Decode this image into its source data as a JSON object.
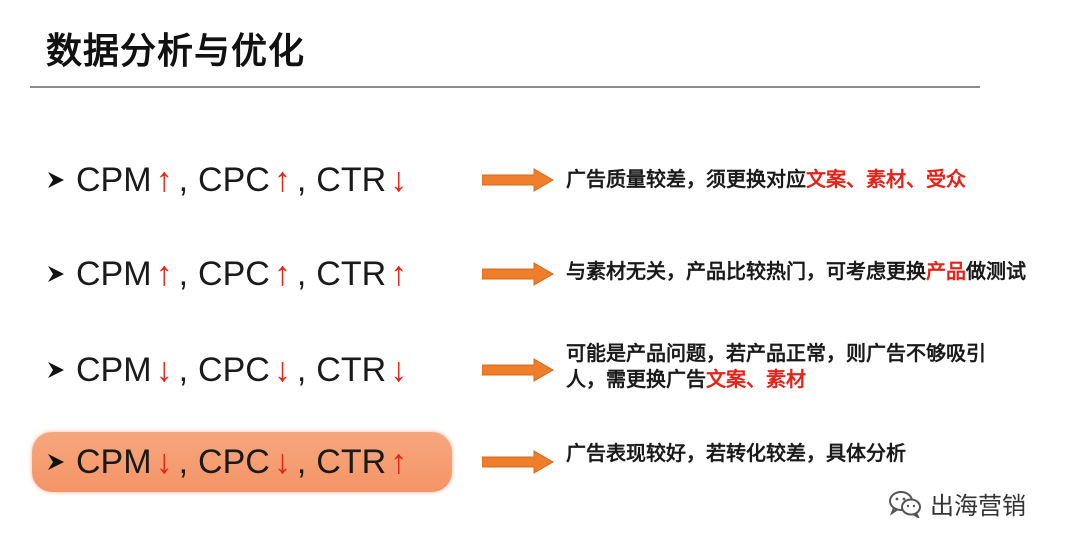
{
  "page_title": "数据分析与优化",
  "colors": {
    "up_down_arrow": "#e4241b",
    "pointer_arrow": "#ee7d2c",
    "highlight_bg": "#f49467",
    "rule": "#8c8c8c"
  },
  "rows": [
    {
      "cpm": "CPM",
      "cpm_dir": "↑",
      "comma1": ",",
      "cpc": "CPC",
      "cpc_dir": "↑",
      "comma2": ",",
      "ctr": "CTR",
      "ctr_dir": "↓",
      "desc": [
        {
          "text": "广告质量较差，须更换对应",
          "style": "normal"
        },
        {
          "text": "文案、素材、受众",
          "style": "red"
        }
      ]
    },
    {
      "cpm": "CPM",
      "cpm_dir": "↑",
      "comma1": ",",
      "cpc": "CPC",
      "cpc_dir": "↑",
      "comma2": ",",
      "ctr": "CTR",
      "ctr_dir": "↑",
      "desc": [
        {
          "text": "与素材无关，产品比较热门，可考虑更换",
          "style": "normal"
        },
        {
          "text": "产品",
          "style": "red"
        },
        {
          "text": "做测试",
          "style": "normal"
        }
      ]
    },
    {
      "cpm": "CPM",
      "cpm_dir": "↓",
      "comma1": ",",
      "cpc": "CPC",
      "cpc_dir": "↓",
      "comma2": ",",
      "ctr": "CTR",
      "ctr_dir": "↓",
      "desc_line1": "可能是产品问题，若产品正常，则广告不够吸引",
      "desc_line2_prefix": "人，需更换广告",
      "desc_line2_red": "文案、素材"
    },
    {
      "cpm": "CPM",
      "cpm_dir": "↓",
      "comma1": ",",
      "cpc": "CPC",
      "cpc_dir": "↓",
      "comma2": ",",
      "ctr": "CTR",
      "ctr_dir": "↑",
      "desc": [
        {
          "text": "广告表现较好，若转化较差，具体分析",
          "style": "normal"
        }
      ]
    }
  ],
  "watermark": {
    "icon": "wechat-icon",
    "text": "出海营销"
  }
}
